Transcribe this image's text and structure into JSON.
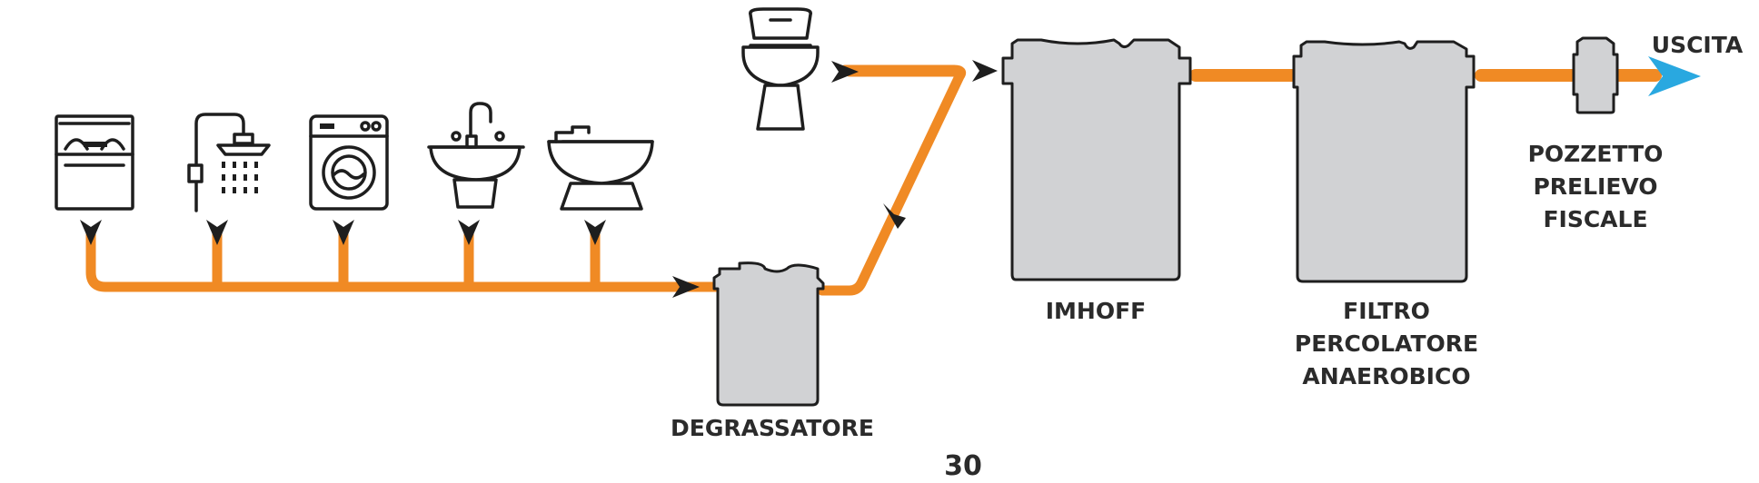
{
  "labels": {
    "degrassatore": "DEGRASSATORE",
    "imhoff": "IMHOFF",
    "filtro": [
      "FILTRO",
      "PERCOLATORE",
      "ANAEROBICO"
    ],
    "pozzetto": [
      "POZZETTO",
      "PRELIEVO",
      "FISCALE"
    ],
    "uscita": "USCITA",
    "page_number": "30"
  },
  "colors": {
    "pipe": "#f08a24",
    "tank_fill": "#d1d2d4",
    "outline": "#1e1e1e",
    "outlet_arrow": "#29a8e0"
  },
  "icons": [
    "dishwasher-icon",
    "shower-icon",
    "washing-machine-icon",
    "sink-icon",
    "bidet-icon",
    "toilet-icon"
  ]
}
